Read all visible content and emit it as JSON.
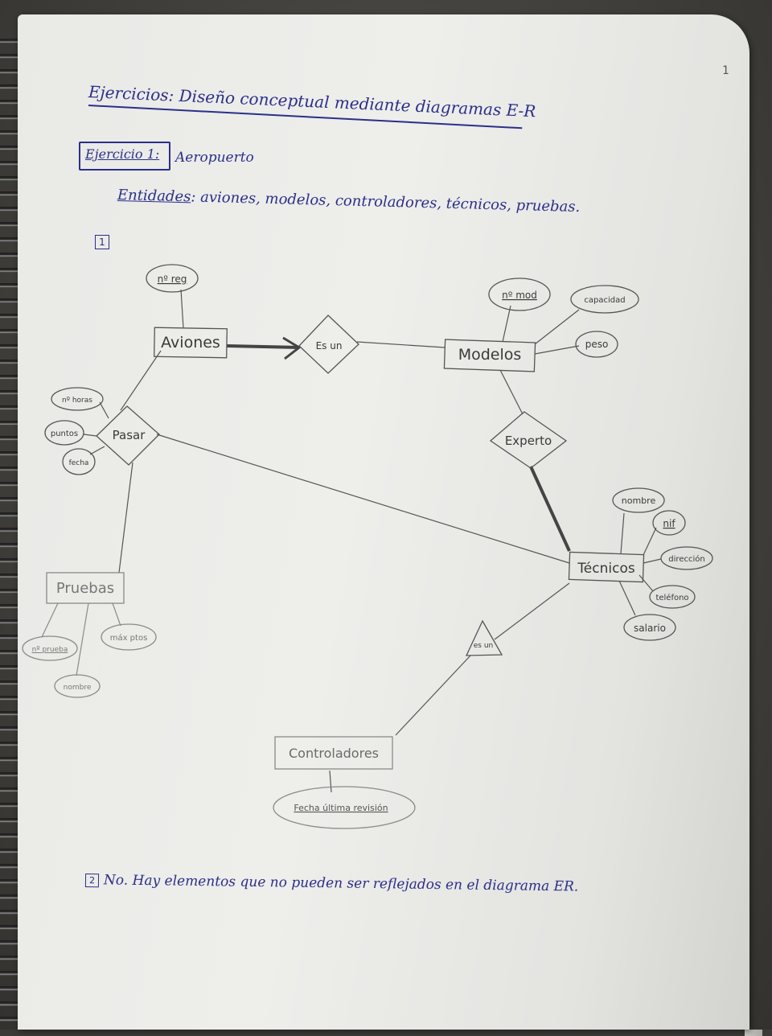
{
  "page_number": "1",
  "heading": {
    "title": "Ejercicios: Diseño conceptual mediante diagramas E-R",
    "exercise_label": "Ejercicio 1:",
    "exercise_name": "Aeropuerto",
    "entities_label": "Entidades",
    "entities_text": ": aviones, modelos, controladores, técnicos, pruebas."
  },
  "item_numbers": {
    "first": "1",
    "second": "2"
  },
  "diagram": {
    "entities": {
      "aviones": "Aviones",
      "modelos": "Modelos",
      "tecnicos": "Técnicos",
      "pruebas": "Pruebas",
      "controladores": "Controladores"
    },
    "relationships": {
      "es_un_top": "Es un",
      "pasar": "Pasar",
      "experto": "Experto",
      "es_un_isa": "es un"
    },
    "attributes": {
      "n_reg": "nº reg",
      "n_mod": "nº mod",
      "capacidad": "capacidad",
      "peso": "peso",
      "n_horas": "nº horas",
      "puntos": "puntos",
      "fecha": "fecha",
      "nombre_tecnico": "nombre",
      "nif": "nif",
      "direccion": "dirección",
      "telefono": "teléfono",
      "salario": "salario",
      "n_prueba": "nº prueba",
      "max_ptos": "máx ptos",
      "nombre_prueba": "nombre",
      "fecha_ultima_revision": "Fecha última revisión"
    }
  },
  "footer": {
    "answer": "No. Hay elementos que no pueden ser reflejados en el diagrama ER."
  },
  "colors": {
    "ink_blue": "#2b2f8a",
    "pencil_gray": "#555555",
    "paper": "#eeeeeb"
  }
}
